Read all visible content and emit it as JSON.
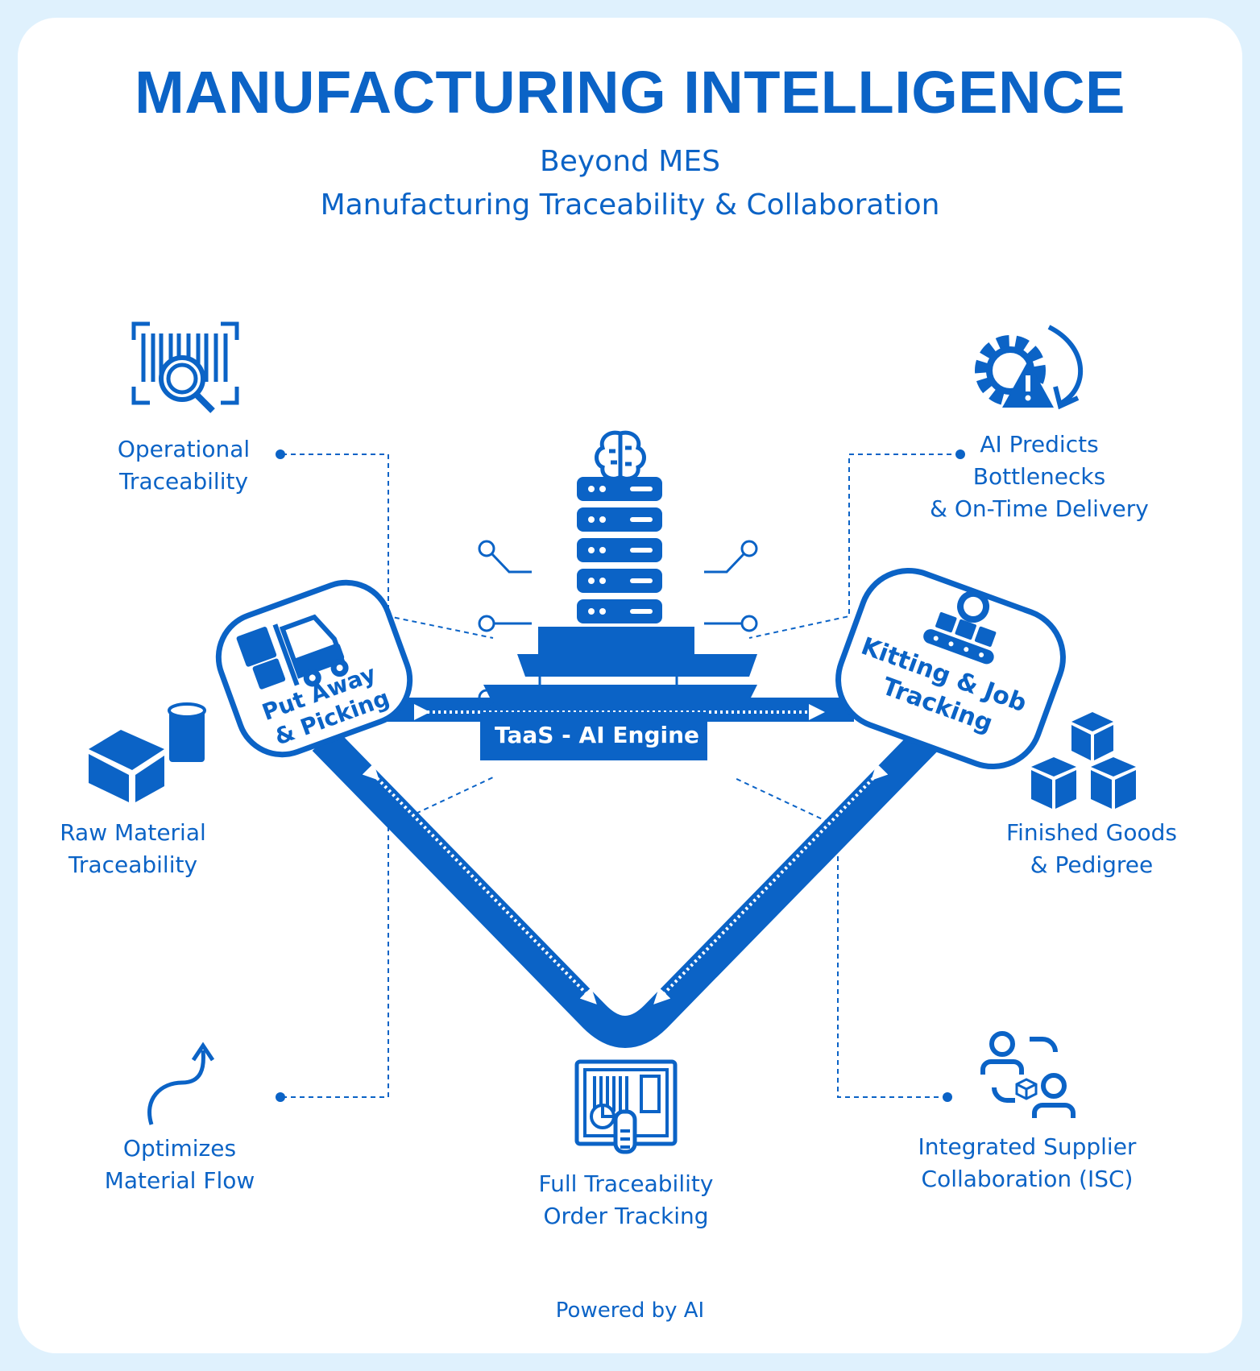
{
  "title": "MANUFACTURING INTELLIGENCE",
  "subtitle": {
    "line1": "Beyond MES",
    "line2": "Manufacturing Traceability & Collaboration"
  },
  "engine": {
    "label": "TaaS - AI Engine"
  },
  "nodes": {
    "put_away": {
      "line1": "Put Away",
      "line2": "& Picking"
    },
    "kitting": {
      "line1": "Kitting & Job",
      "line2": "Tracking"
    }
  },
  "features": {
    "operational": {
      "line1": "Operational",
      "line2": "Traceability"
    },
    "ai_predicts": {
      "line1": "AI Predicts",
      "line2": "Bottlenecks",
      "line3": "& On-Time Delivery"
    },
    "raw_material": {
      "line1": "Raw Material",
      "line2": "Traceability"
    },
    "finished_goods": {
      "line1": "Finished Goods",
      "line2": "& Pedigree"
    },
    "optimizes": {
      "line1": "Optimizes",
      "line2": "Material Flow"
    },
    "full_traceability": {
      "line1": "Full Traceability",
      "line2": "Order Tracking"
    },
    "isc": {
      "line1": "Integrated Supplier",
      "line2": "Collaboration (ISC)"
    }
  },
  "footer": "Powered by AI",
  "colors": {
    "primary": "#0b63c6",
    "background": "#dff1fd",
    "card": "#ffffff"
  },
  "icons": [
    "barcode-scan-icon",
    "gear-warning-icon",
    "brain-icon",
    "server-rack-icon",
    "forklift-icon",
    "conveyor-gear-icon",
    "boxes-icon",
    "stacked-cubes-icon",
    "curved-arrow-icon",
    "tablet-barcode-icon",
    "people-exchange-icon"
  ]
}
